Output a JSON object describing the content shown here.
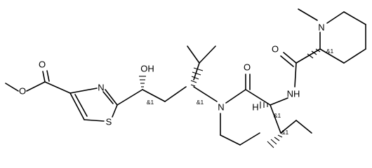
{
  "molecule": {
    "atoms": {
      "ester_o_methoxy": "O",
      "ester_o_carbonyl": "O",
      "thiazole_n": "N",
      "thiazole_s": "S",
      "hydroxyl": "OH",
      "amide_n": "N",
      "amide_o": "O",
      "alpha_h": "H",
      "amide_nh": "NH",
      "piperidine_carbonyl_o": "O",
      "piperidine_n": "N"
    },
    "stereo_labels": {
      "choh": "&1",
      "cisopropyl": "&1",
      "calpha": "&1",
      "cbeta": "&1",
      "cpiperidine": "&1"
    }
  }
}
